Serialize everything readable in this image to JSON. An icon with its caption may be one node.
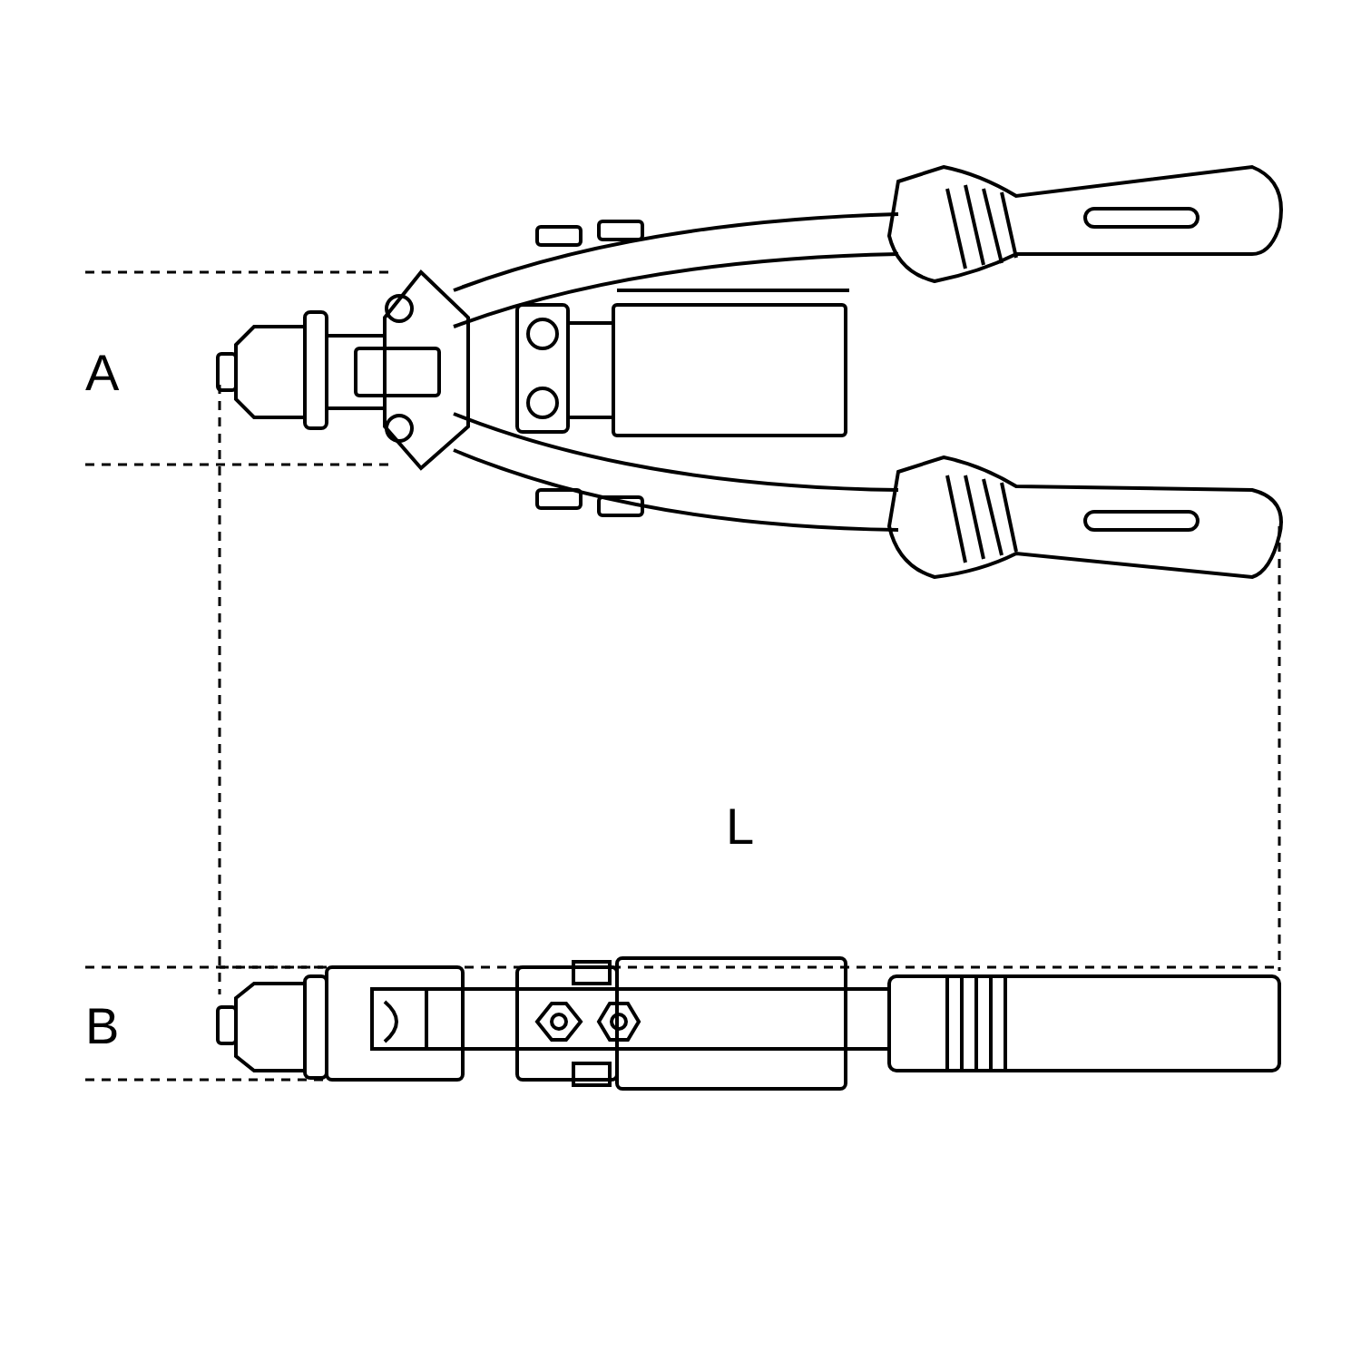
{
  "diagram": {
    "labels": [
      "A",
      "L",
      "B"
    ]
  }
}
